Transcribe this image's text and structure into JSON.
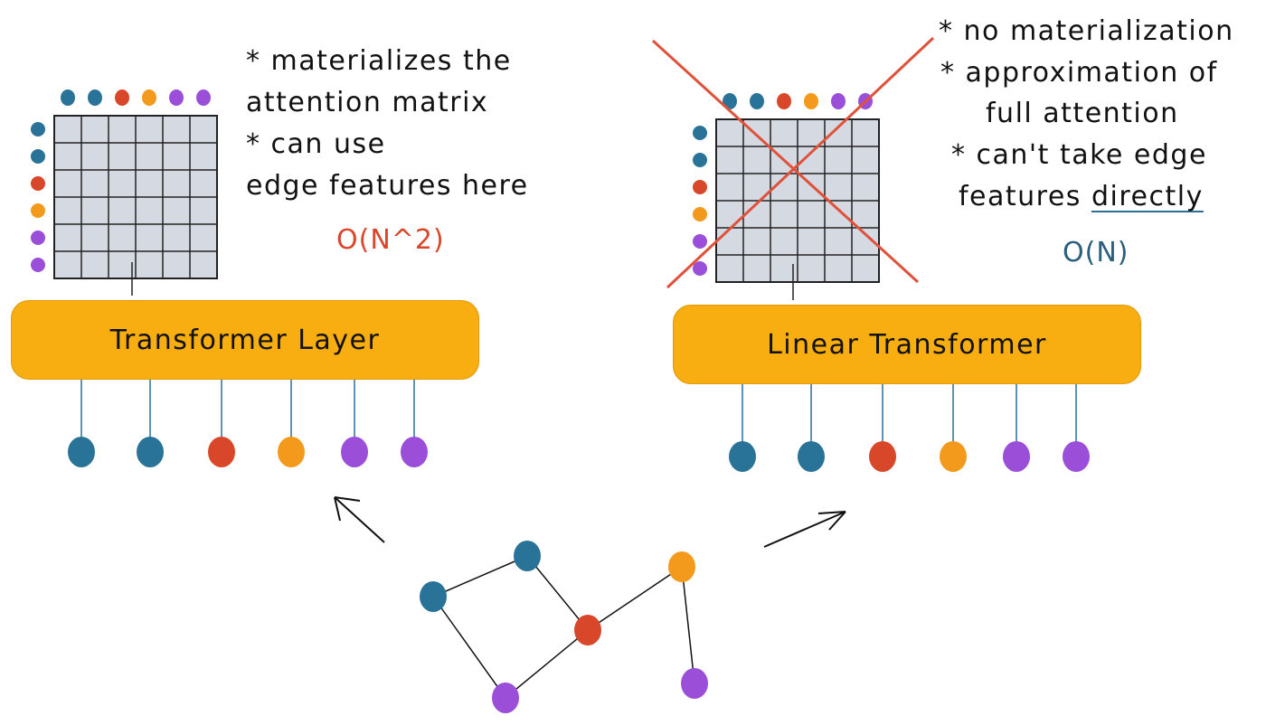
{
  "colors": {
    "teal": "#2a7398",
    "red": "#d9472a",
    "orange": "#f39a1c",
    "purple": "#9b4fd8",
    "layer_fill": "#f8ad10",
    "grid_fill": "#d5d9e2",
    "cross": "#e0513a",
    "complexity_red": "#d9472a",
    "complexity_blue": "#2a5e7d"
  },
  "token_colors": [
    "teal",
    "teal",
    "red",
    "orange",
    "purple",
    "purple"
  ],
  "left": {
    "layer_label": "Transformer Layer",
    "notes": [
      "* materializes the",
      "attention matrix",
      "* can use",
      "edge features here"
    ],
    "complexity": "O(N^2)"
  },
  "right": {
    "layer_label": "Linear Transformer",
    "notes": [
      "* no materialization",
      "* approximation of",
      "full attention",
      "* can't take edge"
    ],
    "note_last_prefix": "features ",
    "note_last_underlined": "directly",
    "complexity": "O(N)"
  },
  "graph": {
    "nodes": [
      "teal",
      "teal",
      "red",
      "orange",
      "purple",
      "purple"
    ],
    "edges": [
      [
        0,
        1
      ],
      [
        1,
        2
      ],
      [
        2,
        3
      ],
      [
        0,
        4
      ],
      [
        4,
        2
      ],
      [
        3,
        5
      ]
    ]
  }
}
